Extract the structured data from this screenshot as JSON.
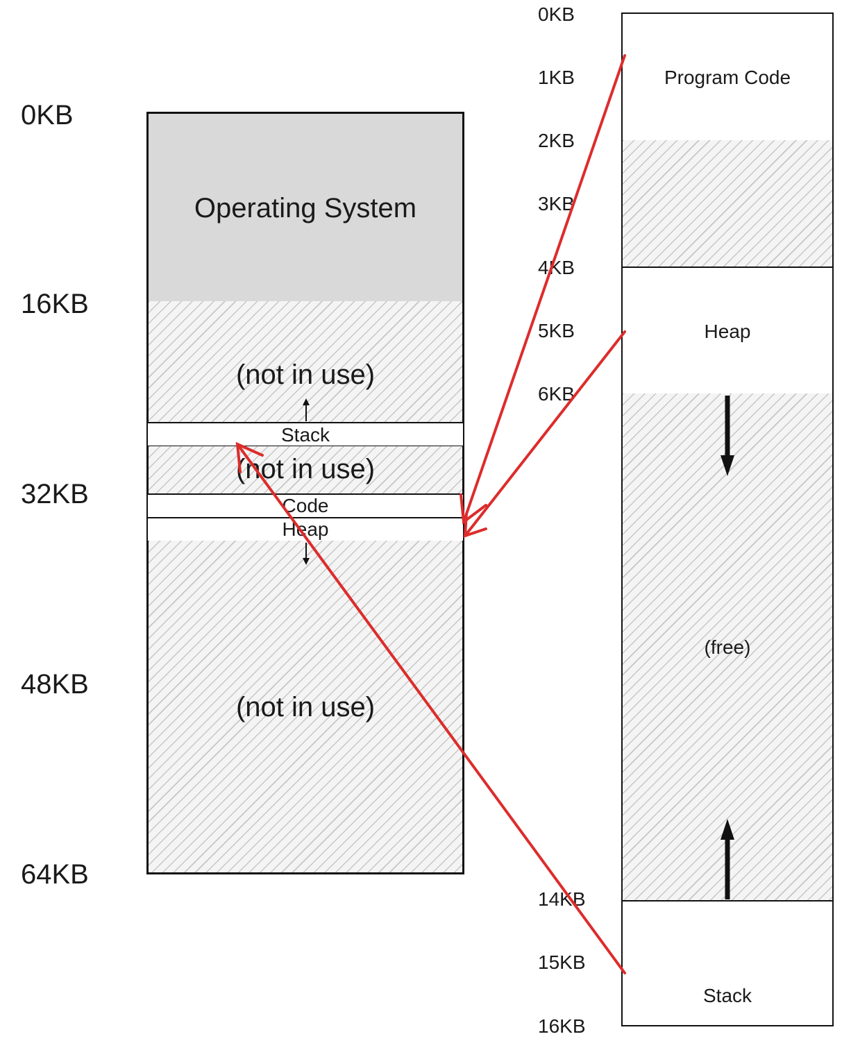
{
  "physical_memory": {
    "address_labels": [
      "0KB",
      "16KB",
      "32KB",
      "48KB",
      "64KB"
    ],
    "segments": {
      "os": "Operating System",
      "free_top": "(not in use)",
      "stack": "Stack",
      "free_mid": "(not in use)",
      "code": "Code",
      "heap": "Heap",
      "free_bottom": "(not in use)"
    }
  },
  "virtual_address_space": {
    "address_labels": [
      "0KB",
      "1KB",
      "2KB",
      "3KB",
      "4KB",
      "5KB",
      "6KB",
      "14KB",
      "15KB",
      "16KB"
    ],
    "segments": {
      "program_code": "Program Code",
      "heap": "Heap",
      "free": "(free)",
      "stack": "Stack"
    }
  },
  "colors": {
    "arrow": "#dd2c2c",
    "os_fill": "#d9d9d9",
    "outline": "#111111"
  }
}
